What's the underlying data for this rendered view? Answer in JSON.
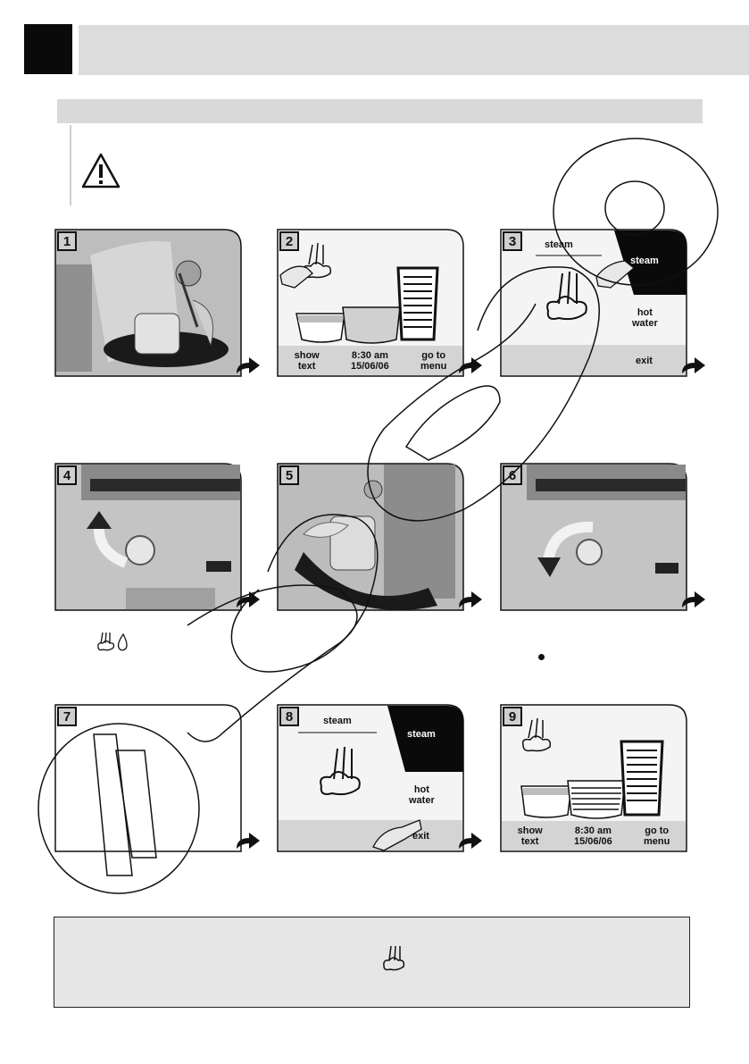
{
  "steps": [
    {
      "num": "1"
    },
    {
      "num": "2",
      "bar": [
        "show\ntext",
        "8:30 am\n15/06/06",
        "go to\nmenu"
      ]
    },
    {
      "num": "3",
      "title": "steam",
      "selected": "steam",
      "option2": "hot\nwater",
      "exit": "exit"
    },
    {
      "num": "4"
    },
    {
      "num": "5"
    },
    {
      "num": "6"
    },
    {
      "num": "7"
    },
    {
      "num": "8",
      "title": "steam",
      "selected": "steam",
      "option2": "hot\nwater",
      "exit": "exit"
    },
    {
      "num": "9",
      "bar": [
        "show\ntext",
        "8:30 am\n15/06/06",
        "go to\nmenu"
      ]
    }
  ],
  "colors": {
    "bar": "#dcdcdc",
    "panel_bg": "#c8c8c8",
    "accent": "#0a0a0a"
  }
}
